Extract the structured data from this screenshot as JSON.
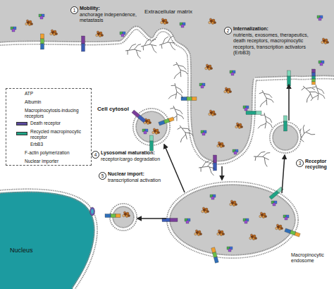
{
  "diagram": {
    "nodes": [
      {
        "text": [
          "Extracellular matrix"
        ]
      },
      {
        "text": [
          "Nucleus"
        ]
      },
      {
        "text": [
          "Macropinocytic endosome"
        ]
      }
    ],
    "labels": [
      "1",
      "Mobility:",
      "anchorage independence, metastasis",
      "2",
      "Internalization:",
      "nutrients, exosomes, therapeutics, death receptors, macropinocytic receptors, transcription activators (ErbB3)",
      "Cell cytosol",
      "3",
      "Receptor recycling",
      "4",
      "Lysosomal maturation:",
      "receptor/cargo degradation",
      "5",
      "Nuclear import:",
      "transcriptional activation"
    ],
    "legend": [
      {
        "text": "ATP"
      },
      {
        "text": "Albumin"
      },
      {
        "text": "Macropinocytosis-inducing receptors"
      },
      {
        "text": "Death receptor",
        "color": "#5a4a9e"
      },
      {
        "text": "Recycled macropinocytic receptor",
        "color": "#1fa385"
      },
      {
        "text": "ErbB3"
      },
      {
        "text": "F-actin polymerization"
      },
      {
        "text": "Nuclear importer"
      }
    ]
  }
}
